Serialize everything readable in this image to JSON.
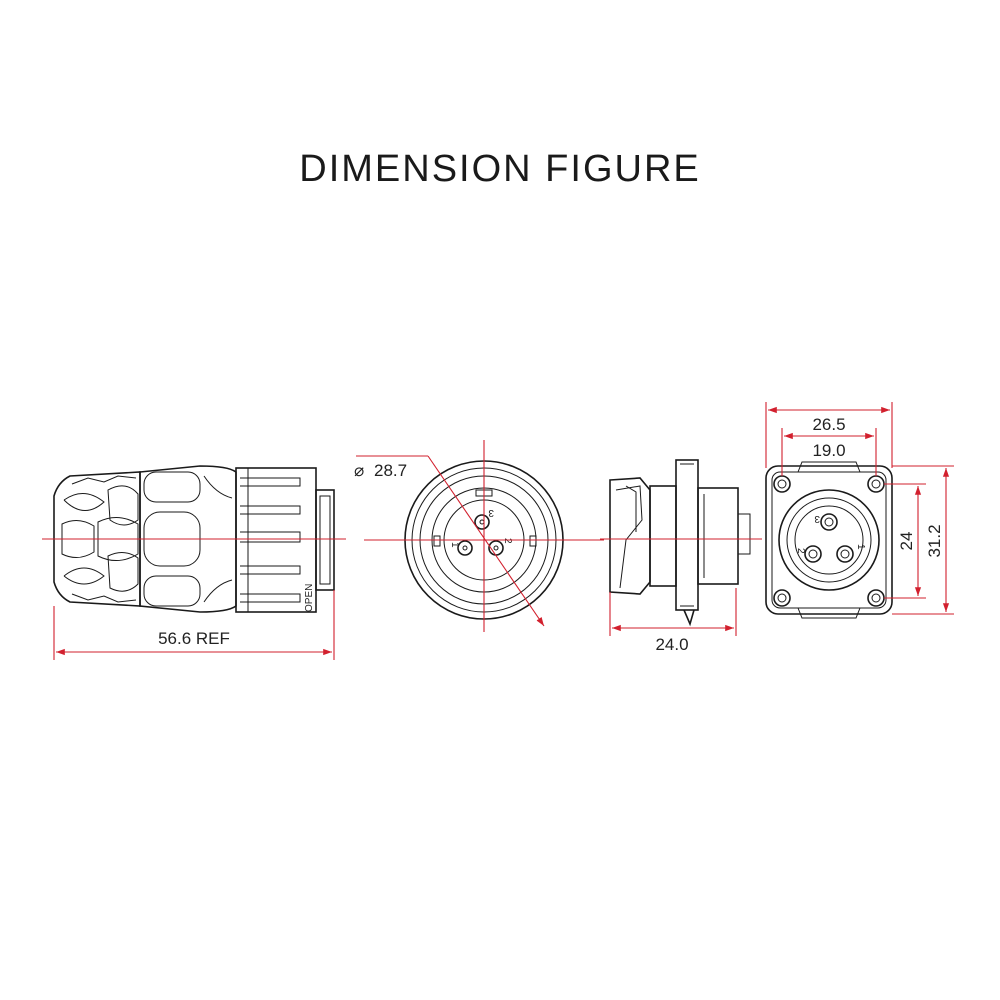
{
  "title": "DIMENSION FIGURE",
  "views": {
    "side": {
      "length": "56.6 REF",
      "marking": "OPEN"
    },
    "front": {
      "diameter": "28.7",
      "diameter_symbol": "⌀",
      "pins": [
        "1",
        "2",
        "3"
      ]
    },
    "panel_side": {
      "depth": "24.0"
    },
    "panel_front": {
      "outer_width": "26.5",
      "inner_width": "19.0",
      "inner_height": "24",
      "outer_height": "31.2",
      "pins": [
        "1",
        "2",
        "3"
      ]
    }
  },
  "colors": {
    "outline": "#1a1a1a",
    "dimension": "#d2202e"
  }
}
